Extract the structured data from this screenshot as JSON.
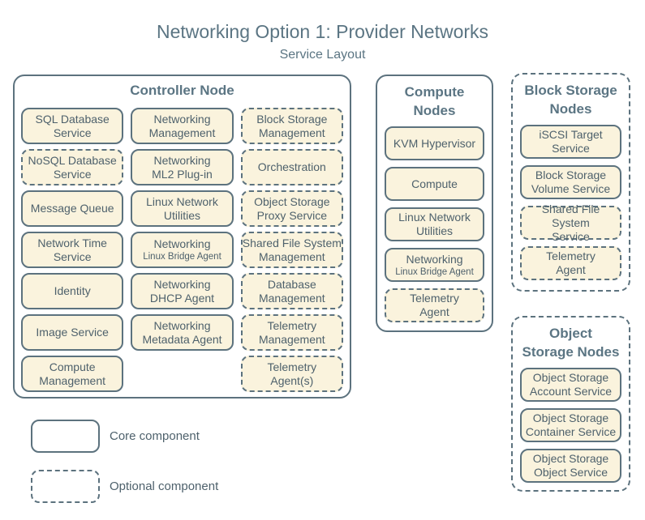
{
  "title": "Networking Option 1: Provider Networks",
  "subtitle": "Service Layout",
  "colors": {
    "fill": "#faf3dd",
    "border": "#5c727e",
    "heading": "#5b7583",
    "text": "#4e616c",
    "bg": "#ffffff"
  },
  "legend": {
    "core_label": "Core component",
    "optional_label": "Optional component"
  },
  "controller": {
    "title": "Controller Node",
    "cells": [
      {
        "l1": "SQL Database",
        "l2": "Service",
        "type": "core"
      },
      {
        "l1": "Networking",
        "l2": "Management",
        "type": "core"
      },
      {
        "l1": "Block Storage",
        "l2": "Management",
        "type": "optional"
      },
      {
        "l1": "NoSQL Database",
        "l2": "Service",
        "type": "optional"
      },
      {
        "l1": "Networking",
        "l2": "ML2 Plug-in",
        "type": "core"
      },
      {
        "l1": "Orchestration",
        "l2": "",
        "type": "optional"
      },
      {
        "l1": "Message Queue",
        "l2": "",
        "type": "core"
      },
      {
        "l1": "Linux Network",
        "l2": "Utilities",
        "type": "core"
      },
      {
        "l1": "Object Storage",
        "l2": "Proxy Service",
        "type": "optional"
      },
      {
        "l1": "Network Time",
        "l2": "Service",
        "type": "core"
      },
      {
        "l1": "Networking",
        "l2": "Linux Bridge Agent",
        "type": "core"
      },
      {
        "l1": "Shared File System",
        "l2": "Management",
        "type": "optional"
      },
      {
        "l1": "Identity",
        "l2": "",
        "type": "core"
      },
      {
        "l1": "Networking",
        "l2": "DHCP Agent",
        "type": "core"
      },
      {
        "l1": "Database",
        "l2": "Management",
        "type": "optional"
      },
      {
        "l1": "Image Service",
        "l2": "",
        "type": "core"
      },
      {
        "l1": "Networking",
        "l2": "Metadata Agent",
        "type": "core"
      },
      {
        "l1": "Telemetry",
        "l2": "Management",
        "type": "optional"
      },
      {
        "l1": "Compute",
        "l2": "Management",
        "type": "core"
      },
      {
        "l1": "Telemetry",
        "l2": "Agent(s)",
        "type": "optional"
      }
    ]
  },
  "compute": {
    "title_l1": "Compute",
    "title_l2": "Nodes",
    "cells": [
      {
        "l1": "KVM Hypervisor",
        "l2": "",
        "type": "core"
      },
      {
        "l1": "Compute",
        "l2": "",
        "type": "core"
      },
      {
        "l1": "Linux Network",
        "l2": "Utilities",
        "type": "core"
      },
      {
        "l1": "Networking",
        "l2": "Linux Bridge Agent",
        "type": "core"
      },
      {
        "l1": "Telemetry",
        "l2": "Agent",
        "type": "optional"
      }
    ]
  },
  "block_storage": {
    "title_l1": "Block Storage",
    "title_l2": "Nodes",
    "cells": [
      {
        "l1": "iSCSI Target",
        "l2": "Service",
        "type": "core"
      },
      {
        "l1": "Block Storage",
        "l2": "Volume Service",
        "type": "core"
      },
      {
        "l1": "Shared File System",
        "l2": "Service",
        "type": "optional"
      },
      {
        "l1": "Telemetry",
        "l2": "Agent",
        "type": "optional"
      }
    ]
  },
  "object_storage": {
    "title_l1": "Object",
    "title_l2": "Storage Nodes",
    "cells": [
      {
        "l1": "Object Storage",
        "l2": "Account Service",
        "type": "core"
      },
      {
        "l1": "Object Storage",
        "l2": "Container Service",
        "type": "core"
      },
      {
        "l1": "Object Storage",
        "l2": "Object Service",
        "type": "core"
      }
    ]
  }
}
